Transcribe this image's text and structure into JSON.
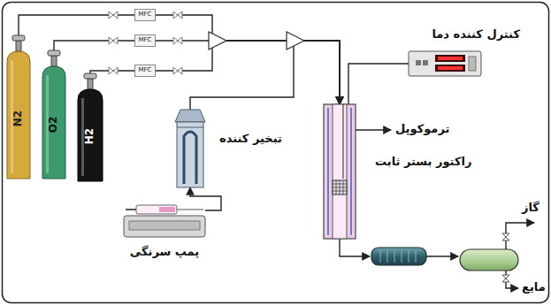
{
  "diagram": {
    "nodes": [
      {
        "text": [
          "N2"
        ]
      },
      {
        "text": [
          "O2"
        ]
      },
      {
        "text": [
          "H2"
        ]
      },
      {
        "text": [
          "MFC"
        ]
      },
      {
        "text": [
          "MFC"
        ]
      },
      {
        "text": [
          "MFC"
        ]
      },
      {
        "text": [
          "پمپ سرنگی"
        ]
      },
      {
        "text": [
          "تبخیر کننده"
        ]
      },
      {
        "text": [
          "کنترل کننده دما"
        ]
      },
      {
        "text": [
          "راکتور بستر ثابت"
        ]
      }
    ],
    "edges": [
      {
        "from": 0,
        "to": 3,
        "arrow": "none"
      },
      {
        "from": 1,
        "to": 4,
        "arrow": "none"
      },
      {
        "from": 2,
        "to": 5,
        "arrow": "none"
      },
      {
        "from": 3,
        "to": 9,
        "arrow": "to"
      },
      {
        "from": 4,
        "to": 9,
        "arrow": "to"
      },
      {
        "from": 5,
        "to": 9,
        "arrow": "to"
      },
      {
        "from": 6,
        "to": 7,
        "arrow": "to"
      },
      {
        "from": 7,
        "to": 9,
        "arrow": "to"
      },
      {
        "from": 8,
        "to": 9,
        "arrow": "none"
      }
    ],
    "labels": [
      "ترموکوپل",
      "گاز",
      "مایع"
    ]
  }
}
